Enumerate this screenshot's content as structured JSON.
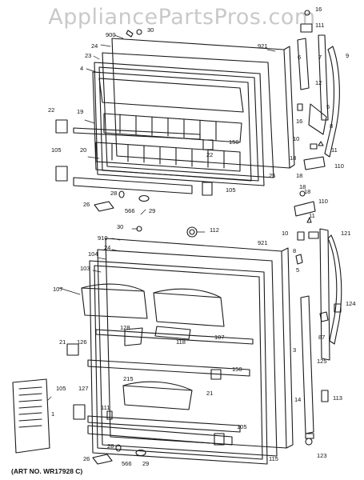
{
  "watermark": "AppliancePartsPros.com",
  "art_number": "(ART NO. WR17928 C)",
  "callouts": [
    {
      "id": "c16a",
      "text": "16"
    },
    {
      "id": "c111",
      "text": "111"
    },
    {
      "id": "c30a",
      "text": "30"
    },
    {
      "id": "c900",
      "text": "900"
    },
    {
      "id": "c24a",
      "text": "24"
    },
    {
      "id": "c921a",
      "text": "921"
    },
    {
      "id": "c23",
      "text": "23"
    },
    {
      "id": "c6",
      "text": "6"
    },
    {
      "id": "c7",
      "text": "7"
    },
    {
      "id": "c9",
      "text": "9"
    },
    {
      "id": "c4",
      "text": "4"
    },
    {
      "id": "c12",
      "text": "12"
    },
    {
      "id": "c5a",
      "text": "5"
    },
    {
      "id": "c16b",
      "text": "16"
    },
    {
      "id": "c22",
      "text": "22"
    },
    {
      "id": "c19",
      "text": "19"
    },
    {
      "id": "c8",
      "text": "8"
    },
    {
      "id": "c10a",
      "text": "10"
    },
    {
      "id": "c11a",
      "text": "11"
    },
    {
      "id": "c18a",
      "text": "18"
    },
    {
      "id": "c110a",
      "text": "110"
    },
    {
      "id": "c22b",
      "text": "22"
    },
    {
      "id": "c150a",
      "text": "150"
    },
    {
      "id": "c18b",
      "text": "18"
    },
    {
      "id": "c105a",
      "text": "105"
    },
    {
      "id": "c20",
      "text": "20"
    },
    {
      "id": "c25",
      "text": "25"
    },
    {
      "id": "c18c",
      "text": "18"
    },
    {
      "id": "c105b",
      "text": "105"
    },
    {
      "id": "c28a",
      "text": "28"
    },
    {
      "id": "c18d",
      "text": "18"
    },
    {
      "id": "c110b",
      "text": "110"
    },
    {
      "id": "c26a",
      "text": "26"
    },
    {
      "id": "c566a",
      "text": "566"
    },
    {
      "id": "c29a",
      "text": "29"
    },
    {
      "id": "c11b",
      "text": "11"
    },
    {
      "id": "c30b",
      "text": "30"
    },
    {
      "id": "c112",
      "text": "112"
    },
    {
      "id": "c910",
      "text": "910"
    },
    {
      "id": "c24b",
      "text": "24"
    },
    {
      "id": "c921b",
      "text": "921"
    },
    {
      "id": "c10b",
      "text": "10"
    },
    {
      "id": "c121",
      "text": "121"
    },
    {
      "id": "c104",
      "text": "104"
    },
    {
      "id": "c103",
      "text": "103"
    },
    {
      "id": "c107a",
      "text": "107"
    },
    {
      "id": "c8b",
      "text": "8"
    },
    {
      "id": "c5b",
      "text": "5"
    },
    {
      "id": "c124",
      "text": "124"
    },
    {
      "id": "c128",
      "text": "128"
    },
    {
      "id": "c118",
      "text": "118"
    },
    {
      "id": "c107b",
      "text": "107"
    },
    {
      "id": "c21a",
      "text": "21"
    },
    {
      "id": "c126",
      "text": "126"
    },
    {
      "id": "c87",
      "text": "87"
    },
    {
      "id": "c3",
      "text": "3"
    },
    {
      "id": "c150b",
      "text": "150"
    },
    {
      "id": "c215",
      "text": "215"
    },
    {
      "id": "c125",
      "text": "125"
    },
    {
      "id": "c21b",
      "text": "21"
    },
    {
      "id": "c105c",
      "text": "105"
    },
    {
      "id": "c127",
      "text": "127"
    },
    {
      "id": "c14",
      "text": "14"
    },
    {
      "id": "c113",
      "text": "113"
    },
    {
      "id": "c1",
      "text": "1"
    },
    {
      "id": "c111b",
      "text": "111"
    },
    {
      "id": "c105d",
      "text": "105"
    },
    {
      "id": "c28b",
      "text": "28"
    },
    {
      "id": "c123",
      "text": "123"
    },
    {
      "id": "c26b",
      "text": "26"
    },
    {
      "id": "c566b",
      "text": "566"
    },
    {
      "id": "c29b",
      "text": "29"
    },
    {
      "id": "c115",
      "text": "115"
    }
  ]
}
